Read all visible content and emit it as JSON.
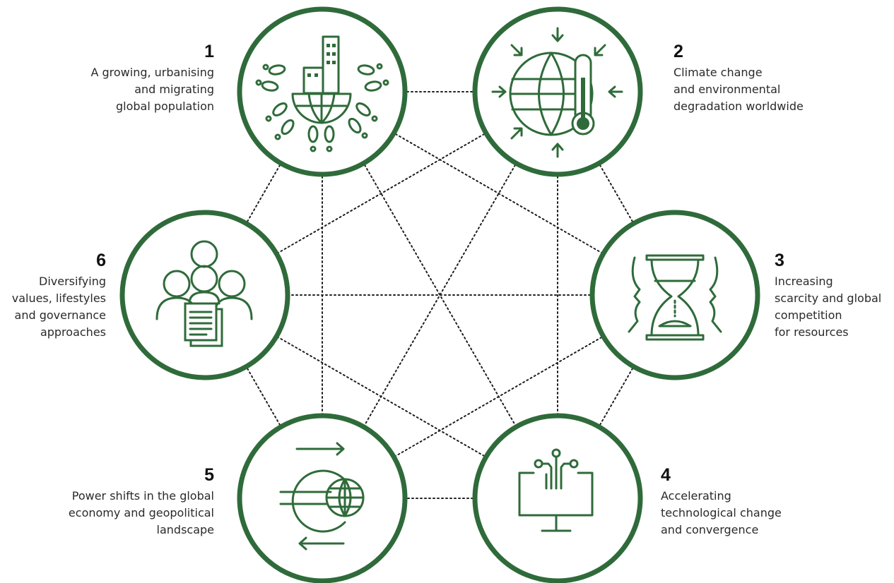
{
  "colors": {
    "ring": "#2f6b3a",
    "link": "#1f1f1f",
    "text": "#2a2a2a"
  },
  "drivers": [
    {
      "number": "1",
      "text": "A growing, urbanising\nand migrating\nglobal population",
      "icon": "population-migration-icon"
    },
    {
      "number": "2",
      "text": "Climate change\nand environmental\ndegradation worldwide",
      "icon": "globe-thermometer-icon"
    },
    {
      "number": "3",
      "text": "Increasing\nscarcity and global\ncompetition\nfor resources",
      "icon": "hourglass-faces-icon"
    },
    {
      "number": "4",
      "text": "Accelerating\ntechnological change\nand convergence",
      "icon": "monitor-circuit-icon"
    },
    {
      "number": "5",
      "text": "Power shifts in the global\neconomy and geopolitical\nlandscape",
      "icon": "globe-arrows-icon"
    },
    {
      "number": "6",
      "text": "Diversifying\nvalues, lifestyles\nand governance\napproaches",
      "icon": "people-document-icon"
    }
  ]
}
